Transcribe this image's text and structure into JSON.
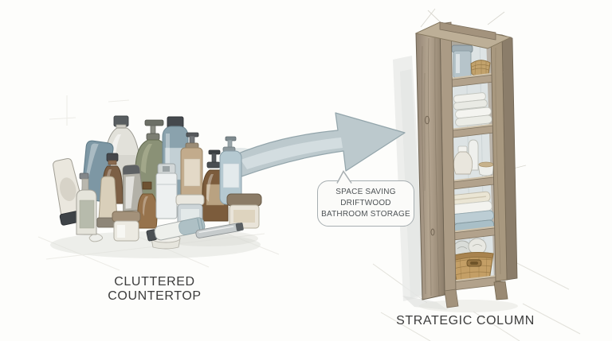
{
  "scene": {
    "style": "watercolor illustration",
    "background": "#fdfdfb"
  },
  "before": {
    "label": "CLUTTERED COUNTERTOP",
    "items": [
      "round shampoo bottle",
      "olive soap pump",
      "tall blue toner bottle",
      "blue squeeze tube",
      "ivory tube",
      "brown bottle",
      "tan pump bottle",
      "amber soap dispenser",
      "pale blue lotion pump",
      "beige tube",
      "striped tube",
      "small amber bottle",
      "airless pump cylinder",
      "spray bottle",
      "jar with taupe lid",
      "jar with white lid",
      "jar with brown lid",
      "toothpaste tube",
      "metal tube",
      "shallow dish"
    ]
  },
  "transition": {
    "arrow": "curved-right-arrow",
    "callout": {
      "lines": [
        "SPACE SAVING",
        "DRIFTWOOD",
        "BATHROOM STORAGE"
      ]
    }
  },
  "after": {
    "label": "STRATEGIC COLUMN",
    "shelves": [
      {
        "row": 1,
        "contents": "lidded canister and wicker basket"
      },
      {
        "row": 2,
        "contents": "folded white towels"
      },
      {
        "row": 3,
        "contents": "vases and trinket bowl"
      },
      {
        "row": 4,
        "contents": "folded towels in cream, white and blue"
      },
      {
        "row": 5,
        "contents": "wicker basket with rolled towels"
      }
    ]
  },
  "palette": {
    "wood": "#a79681",
    "wood_dark": "#7e7160",
    "wood_light": "#c6b8a2",
    "arrow_fill": "#bcc9cd",
    "arrow_stroke": "#93a5ab",
    "label_text": "#3c3c3c",
    "callout_text": "#4d5255",
    "callout_border": "#a7aeb1",
    "towel_blue": "#b9ccd4",
    "basket_tan": "#c49f66"
  }
}
